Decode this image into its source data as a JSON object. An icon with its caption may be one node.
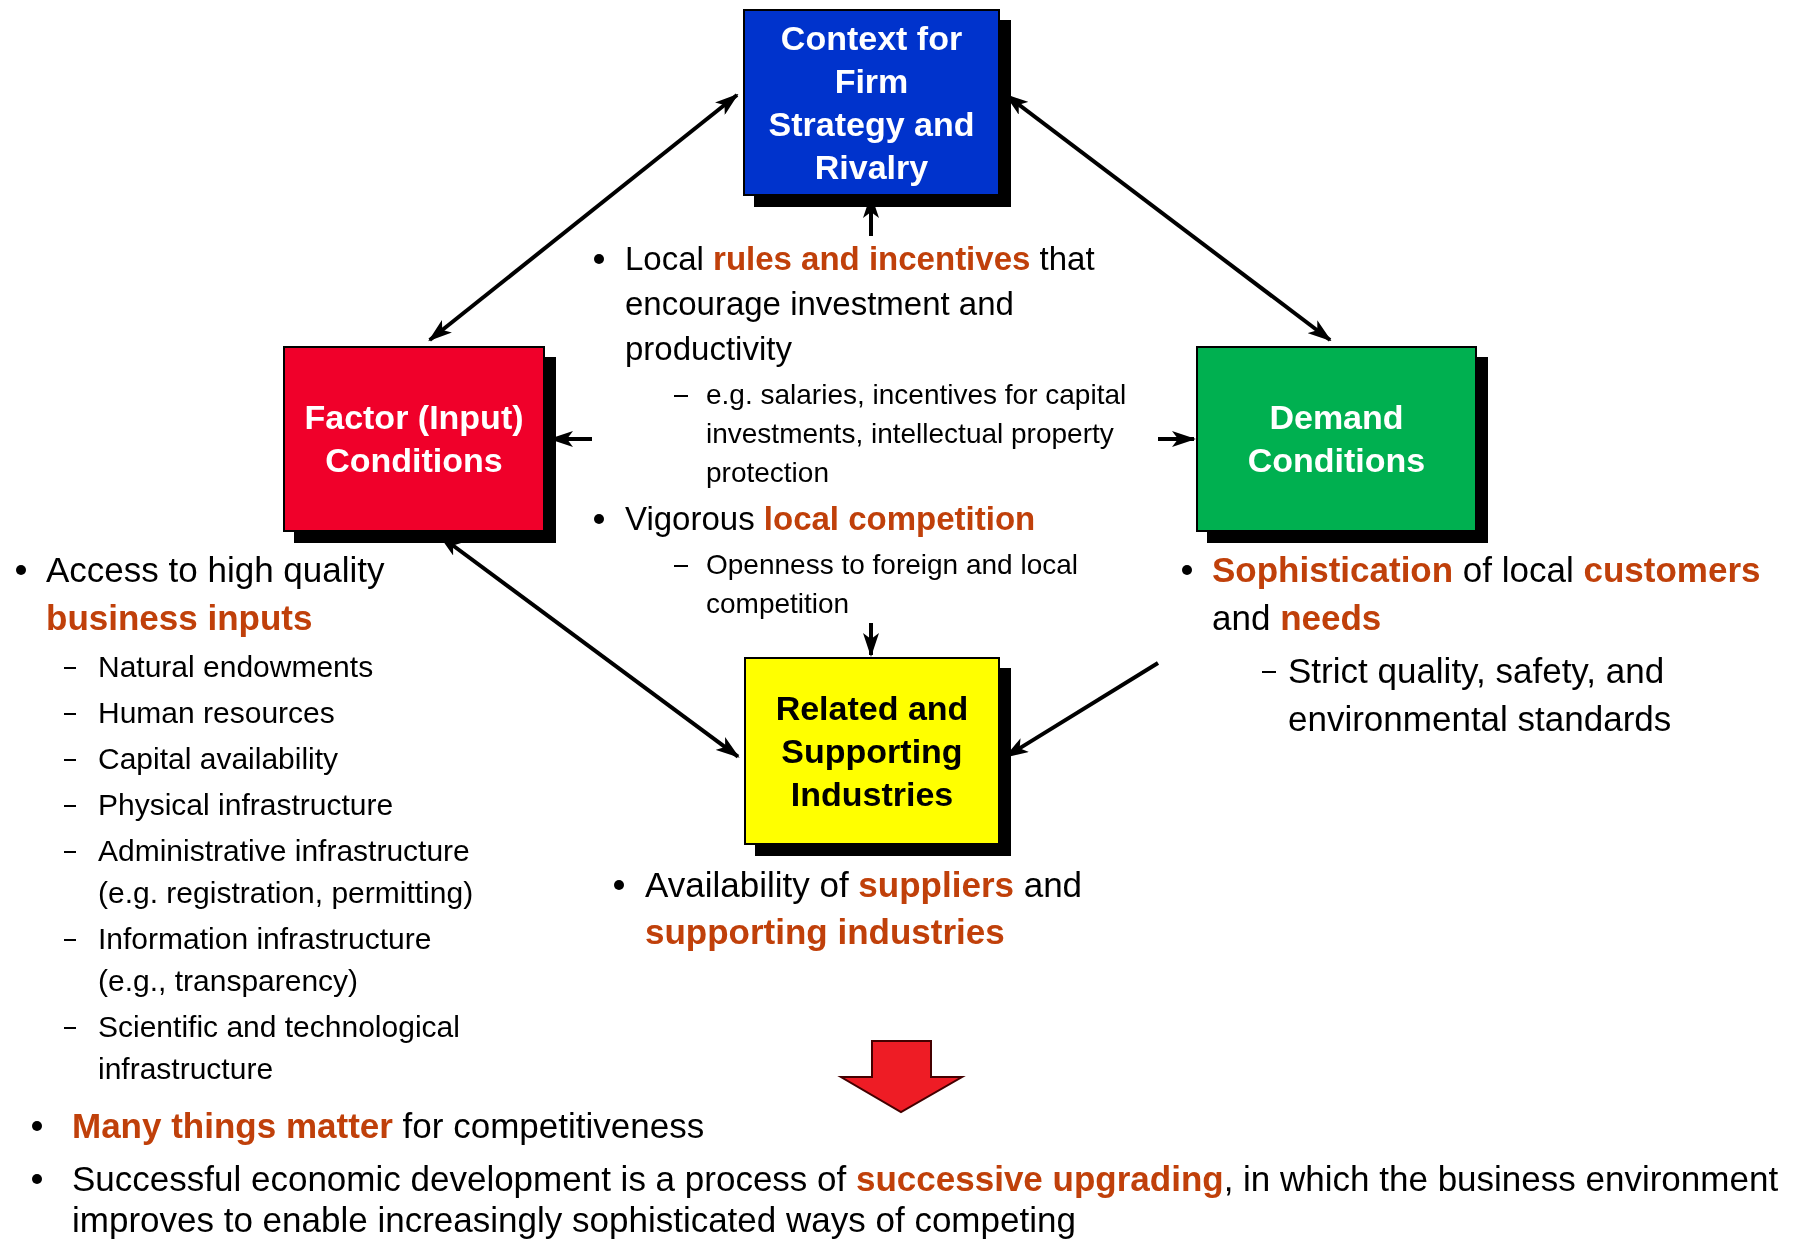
{
  "diagram": {
    "nodes": [
      {
        "text": [
          "Context for Firm Strategy and Rivalry"
        ]
      },
      {
        "text": [
          "Factor (Input) Conditions"
        ],
        "beside": [
          "Access to high quality **business inputs**",
          "Natural endowments",
          "Human resources",
          "Capital availability",
          "Physical infrastructure",
          "Administrative infrastructure (e.g. registration, permitting)",
          "Information infrastructure (e.g., transparency)",
          "Scientific and technological infrastructure"
        ]
      },
      {
        "text": [
          "Demand Conditions"
        ],
        "beside": [
          "**Sophistication** of local **customers** and **needs**",
          "Strict quality, safety, and environmental standards"
        ]
      },
      {
        "text": [
          "Related and Supporting Industries"
        ],
        "beside": [
          "Availability of **suppliers** and **supporting industries**"
        ]
      },
      {
        "text": [
          "Local **rules and incentives** that encourage investment and productivity",
          "e.g. salaries, incentives for capital investments, intellectual property protection",
          "Vigorous **local competition**",
          "Openness to foreign and local competition"
        ]
      }
    ],
    "edges": [
      {
        "from": 0,
        "to": 1,
        "arrow": "both"
      },
      {
        "from": 0,
        "to": 2,
        "arrow": "both"
      },
      {
        "from": 1,
        "to": 3,
        "arrow": "both"
      },
      {
        "from": 2,
        "to": 3,
        "arrow": "to"
      },
      {
        "from": 4,
        "to": 0,
        "arrow": "to"
      },
      {
        "from": 4,
        "to": 1,
        "arrow": "to"
      },
      {
        "from": 4,
        "to": 2,
        "arrow": "to"
      },
      {
        "from": 4,
        "to": 3,
        "arrow": "to"
      }
    ],
    "labels": [
      "**Many things matter** for competitiveness",
      "Successful economic development is a process of **successive upgrading**, in which the business environment improves to enable increasingly sophisticated ways of competing"
    ]
  }
}
